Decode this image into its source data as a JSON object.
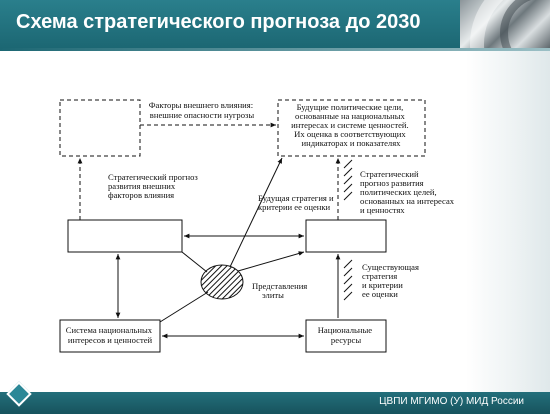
{
  "header": {
    "title": "Схема стратегического прогноза до 2030"
  },
  "footer": {
    "org": "ЦВПИ МГИМО (У) МИД России"
  },
  "diagram": {
    "external_factors": [
      "Факторы внешнего влияния:",
      "внешние опасности нугрозы"
    ],
    "future_goals": [
      "Будущие политические цели,",
      "основанные на национальных",
      "интересах и системе ценностей.",
      "Их оценка в соответствующих",
      "индикаторах и показателях"
    ],
    "forecast_external": [
      "Стратегический прогноз",
      "развития внешних",
      "факторов влияния"
    ],
    "future_strategy": [
      "Будущая стратегия и",
      "критерии ее оценки"
    ],
    "forecast_political": [
      "Стратегический",
      "прогноз развития",
      "политических целей,",
      "основанных на интересах",
      "и ценностях"
    ],
    "existing_strategy": [
      "Существующая",
      "стратегия",
      "и критерии",
      "ее оценки"
    ],
    "elite_views": [
      "Представления",
      "элиты"
    ],
    "national_system": [
      "Система национальных",
      "интересов и ценностей"
    ],
    "national_resources": [
      "Национальные",
      "ресурсы"
    ]
  }
}
